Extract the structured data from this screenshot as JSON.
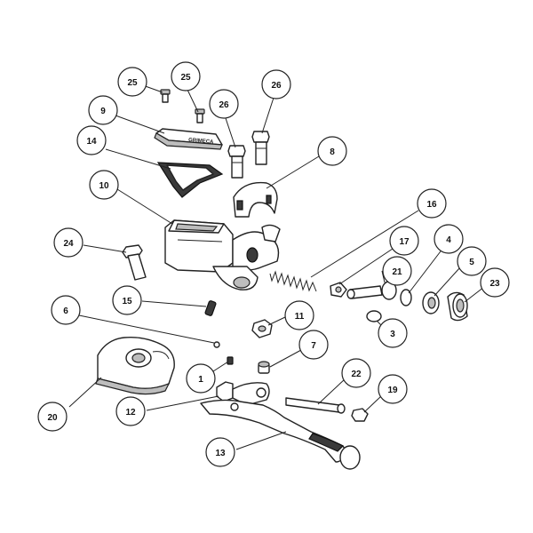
{
  "callouts": [
    {
      "id": "c25a",
      "label": "25"
    },
    {
      "id": "c25b",
      "label": "25"
    },
    {
      "id": "c26a",
      "label": "26"
    },
    {
      "id": "c26b",
      "label": "26"
    },
    {
      "id": "c9",
      "label": "9"
    },
    {
      "id": "c14",
      "label": "14"
    },
    {
      "id": "c8",
      "label": "8"
    },
    {
      "id": "c10",
      "label": "10"
    },
    {
      "id": "c16",
      "label": "16"
    },
    {
      "id": "c17",
      "label": "17"
    },
    {
      "id": "c4",
      "label": "4"
    },
    {
      "id": "c24",
      "label": "24"
    },
    {
      "id": "c21",
      "label": "21"
    },
    {
      "id": "c5",
      "label": "5"
    },
    {
      "id": "c23",
      "label": "23"
    },
    {
      "id": "c15",
      "label": "15"
    },
    {
      "id": "c6",
      "label": "6"
    },
    {
      "id": "c11",
      "label": "11"
    },
    {
      "id": "c3",
      "label": "3"
    },
    {
      "id": "c7",
      "label": "7"
    },
    {
      "id": "c1",
      "label": "1"
    },
    {
      "id": "c22",
      "label": "22"
    },
    {
      "id": "c19",
      "label": "19"
    },
    {
      "id": "c12",
      "label": "12"
    },
    {
      "id": "c20",
      "label": "20"
    },
    {
      "id": "c13",
      "label": "13"
    }
  ],
  "reservoir_cap_text": "GRIMECA"
}
